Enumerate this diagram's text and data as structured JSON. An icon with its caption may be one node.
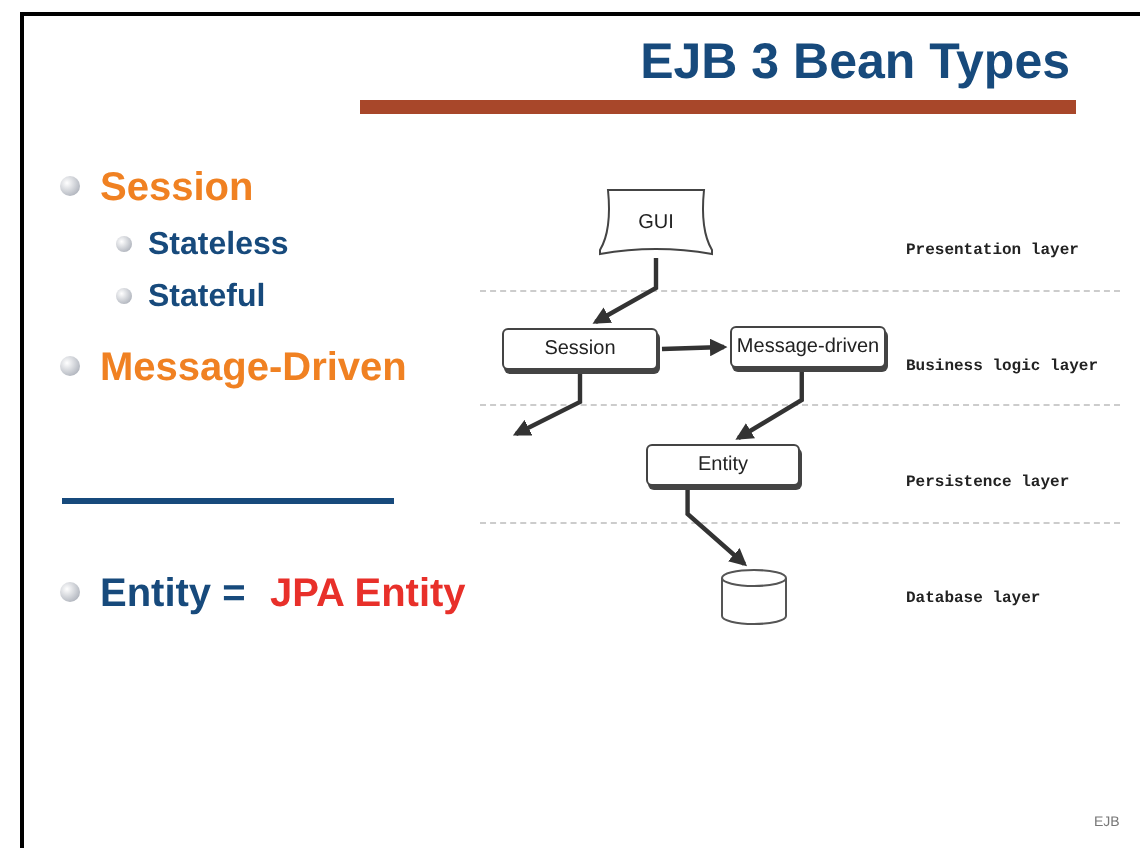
{
  "diagram": {
    "title": "EJB 3 Bean Types",
    "nodes": [
      {
        "text": [
          "GUI"
        ]
      },
      {
        "text": [
          "Session"
        ]
      },
      {
        "text": [
          "Message-driven"
        ]
      },
      {
        "text": [
          "Entity"
        ]
      },
      {
        "text": [],
        "shape": "cylinder"
      }
    ],
    "edges": [
      {
        "from": 0,
        "to": 1,
        "arrow": "to"
      },
      {
        "from": 1,
        "to": 2,
        "arrow": "to"
      },
      {
        "from": 1,
        "to": null,
        "arrow": "to"
      },
      {
        "from": 2,
        "to": 3,
        "arrow": "to"
      },
      {
        "from": 3,
        "to": 4,
        "arrow": "to"
      }
    ],
    "labels": [
      "Session",
      "Stateless",
      "Stateful",
      "Message-Driven",
      "Entity =",
      "JPA Entity",
      "Presentation layer",
      "Business logic layer",
      "Persistence layer",
      "Database layer",
      "EJB"
    ]
  }
}
